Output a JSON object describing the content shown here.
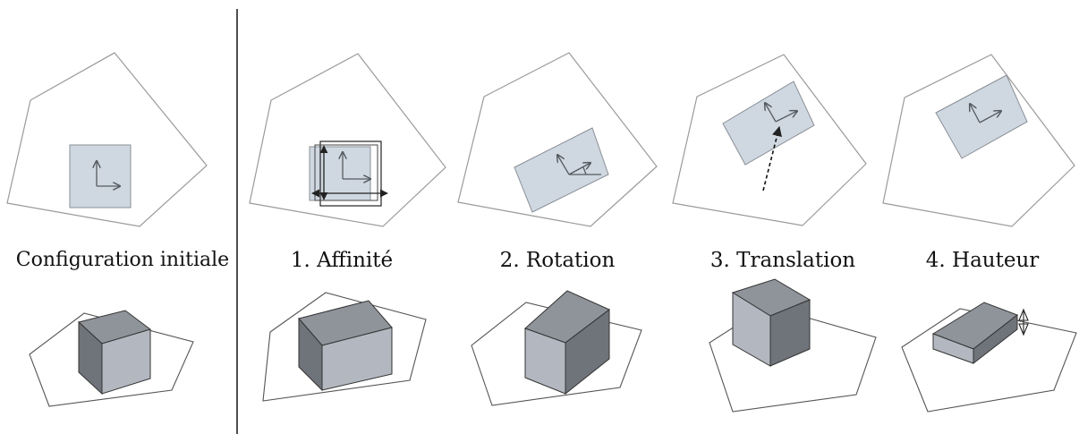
{
  "diagram": {
    "initial_label": "Configuration initiale",
    "steps": [
      {
        "label": "1. Affinité"
      },
      {
        "label": "2. Rotation"
      },
      {
        "label": "3. Translation"
      },
      {
        "label": "4. Hauteur"
      }
    ]
  },
  "colors": {
    "outline": "#9a9a9a",
    "footprint_fill": "#cfd8e0",
    "footprint_stroke": "#8a8f96",
    "arrow": "#555a60",
    "box_top": "#8f939a",
    "box_front": "#b3b8c0",
    "box_side": "#6f737a",
    "divider": "#222222"
  }
}
